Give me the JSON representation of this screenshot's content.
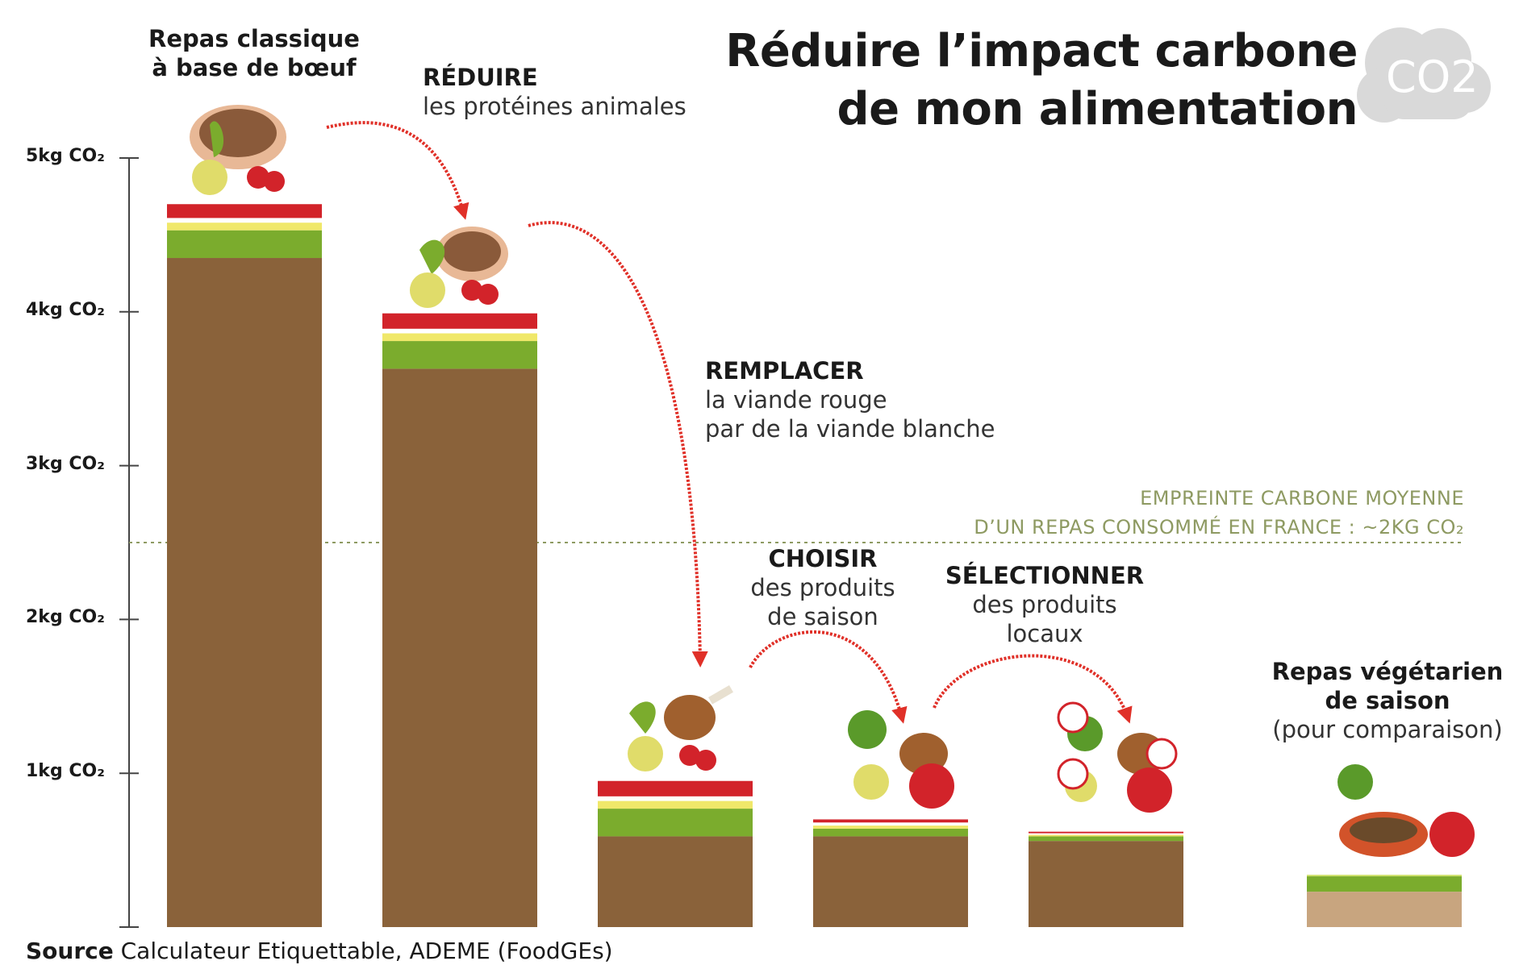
{
  "title": {
    "line1": "Réduire l’impact carbone",
    "line2": "de mon alimentation",
    "cloud_text": "CO2"
  },
  "chart_data": {
    "type": "bar",
    "stacked": true,
    "ylim": [
      0,
      5
    ],
    "y_ticks": [
      {
        "value": 1,
        "label": "1kg CO₂"
      },
      {
        "value": 2,
        "label": "2kg CO₂"
      },
      {
        "value": 3,
        "label": "3kg CO₂"
      },
      {
        "value": 4,
        "label": "4kg CO₂"
      },
      {
        "value": 5,
        "label": "5kg CO₂"
      }
    ],
    "reference_line": {
      "value": 2.5,
      "label_line1": "EMPREINTE CARBONE MOYENNE",
      "label_line2": "D’UN REPAS CONSOMMÉ EN FRANCE : ~2KG CO₂"
    },
    "bars": [
      {
        "segments": [
          4.35,
          0.18,
          0.05,
          0.03,
          0.09
        ]
      },
      {
        "segments": [
          3.63,
          0.18,
          0.05,
          0.03,
          0.1
        ]
      },
      {
        "segments": [
          0.59,
          0.18,
          0.05,
          0.03,
          0.1
        ]
      },
      {
        "segments": [
          0.59,
          0.05,
          0.02,
          0.02,
          0.02
        ]
      },
      {
        "segments": [
          0.56,
          0.03,
          0.01,
          0.01,
          0.01
        ]
      },
      {
        "segments": [
          0.23,
          0.1,
          0.01,
          0.0,
          0.0
        ]
      }
    ],
    "segment_colors": [
      "#8a623a",
      "#7bac2d",
      "#f0e86a",
      "#ffffff",
      "#d2232a"
    ],
    "last_bar_colors": [
      "#c8a57f",
      "#7bac2d",
      "#cde06a",
      "#ffffff",
      "#ffffff"
    ]
  },
  "labels": {
    "bar1": {
      "line1": "Repas classique",
      "line2": "à base de bœuf"
    },
    "step1": {
      "title": "RÉDUIRE",
      "sub1": "les protéines animales"
    },
    "step2": {
      "title": "REMPLACER",
      "sub1": "la viande rouge",
      "sub2": "par de la viande blanche"
    },
    "step3": {
      "title": "CHOISIR",
      "sub1": "des produits",
      "sub2": "de saison"
    },
    "step4": {
      "title": "SÉLECTIONNER",
      "sub1": "des produits",
      "sub2": "locaux"
    },
    "veg": {
      "line1": "Repas végétarien",
      "line2": "de saison",
      "line3": "(pour comparaison)"
    }
  },
  "source": {
    "bold": "Source",
    "text": " Calculateur Etiquettable, ADEME (FoodGEs)"
  },
  "colors": {
    "brown": "#8a623a",
    "green": "#7bac2d",
    "yellow": "#f0e86a",
    "red": "#d2232a",
    "arrow": "#e03028",
    "reference": "#8e9a62"
  }
}
